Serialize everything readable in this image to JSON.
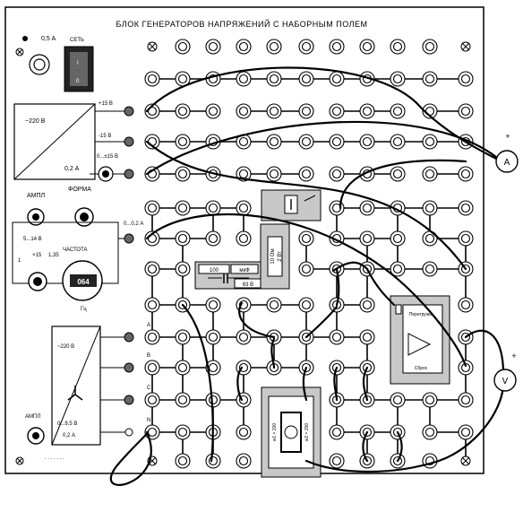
{
  "panel": {
    "title": "БЛОК ГЕНЕРАТОРОВ НАПРЯЖЕНИЙ С НАБОРНЫМ ПОЛЕМ",
    "fuse_label": "0,5 А",
    "mains_label": "СЕТЬ"
  },
  "dc_source": {
    "voltage_label": "~220 В",
    "current_label": "0,2 А",
    "out_plus15": "+15 В",
    "out_minus15": "-15 В",
    "out_adjust": "0...±15 В"
  },
  "function_gen": {
    "ampl_label": "АМПЛ",
    "form_label": "ФОРМА",
    "range_label": "5...14 В",
    "freq_label": "ЧАСТОТА",
    "freq_display": "064",
    "freq_ranges": [
      "1",
      "×15",
      "1,35"
    ],
    "freq_unit": "Гц",
    "out_label": "0...0,2 А"
  },
  "three_phase": {
    "voltage_label": "~220 В",
    "range_label": "0...9,5 В",
    "current_label": "0,2 А",
    "ampl_label": "АМПЛ",
    "phases": [
      "A",
      "B",
      "C",
      "N"
    ]
  },
  "components": {
    "capacitor_value": "100",
    "capacitor_unit": "мкФ",
    "capacitor_voltage": "63 В",
    "resistor_value": "10 Ом",
    "resistor_power": "2 Вт",
    "opamp_top": "Перегрузка",
    "opamp_bottom": "Сброс",
    "transformer_left": "w1 = 200",
    "transformer_right": "w2 = 200"
  },
  "meters": {
    "ammeter": "A",
    "voltmeter": "V",
    "polarity": "+"
  }
}
